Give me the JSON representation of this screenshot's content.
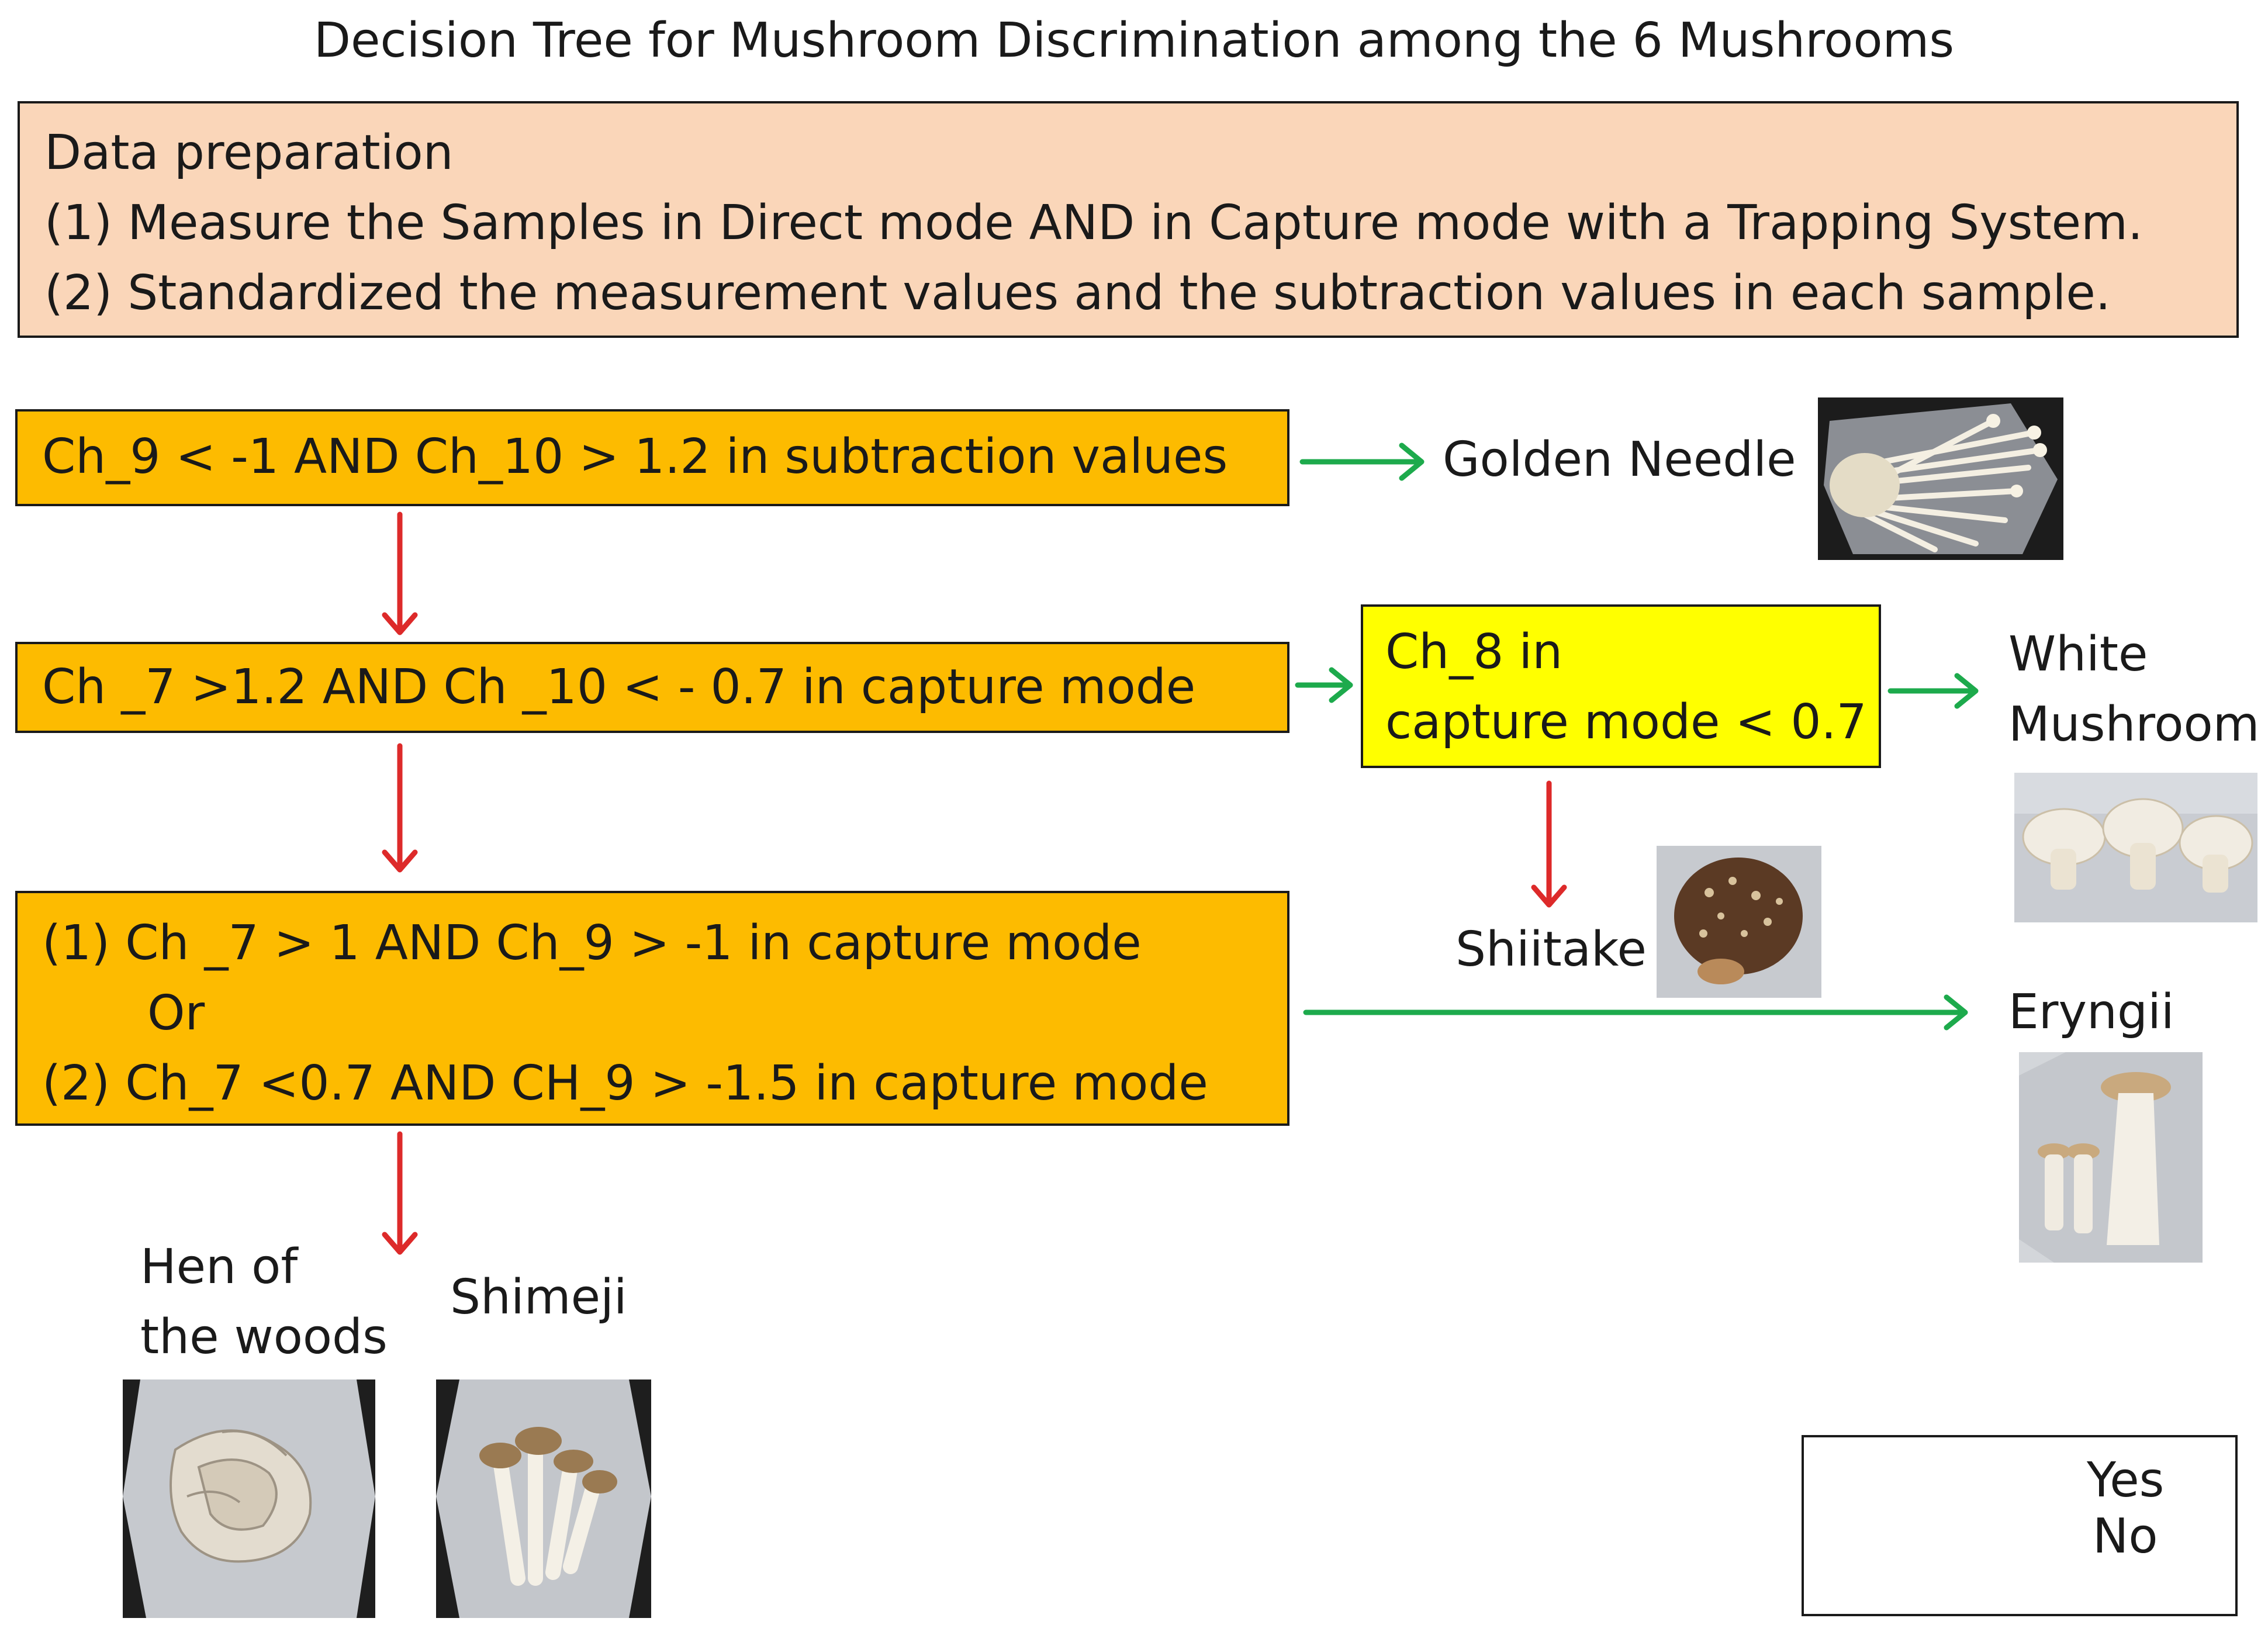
{
  "title": "Decision Tree for Mushroom Discrimination among the 6 Mushrooms",
  "data_preparation": {
    "heading": "Data preparation",
    "step1": "(1) Measure the Samples in Direct mode AND in Capture mode with a Trapping System.",
    "step2": "(2) Standardized the measurement values and the subtraction values in each sample."
  },
  "conditions": {
    "c1": "Ch_9 < -1 AND Ch_10 > 1.2  in subtraction values",
    "c2": "Ch _7 >1.2 AND Ch _10 < - 0.7 in capture mode",
    "c3_line1": "Ch_8 in",
    "c3_line2": "capture mode < 0.7",
    "c4_line1": "(1)  Ch _7 > 1 AND Ch_9 > -1 in capture mode",
    "c4_line2": "Or",
    "c4_line3": "(2) Ch_7 <0.7 AND CH_9 > -1.5 in capture mode"
  },
  "results": {
    "golden_needle": "Golden Needle",
    "white_mushroom_line1": "White",
    "white_mushroom_line2": "Mushroom",
    "shiitake": "Shiitake",
    "eryngii": "Eryngii",
    "hen_of_woods_line1": "Hen of",
    "hen_of_woods_line2": "the woods",
    "shimeji": "Shimeji"
  },
  "legend": {
    "yes": "Yes",
    "no": "No"
  },
  "colors": {
    "yes_arrow": "#1daa4c",
    "no_arrow": "#dd2a2a",
    "condition_fill": "#fdbb00",
    "sub_condition_fill": "#ffff00",
    "prep_fill": "#fad6b9"
  }
}
